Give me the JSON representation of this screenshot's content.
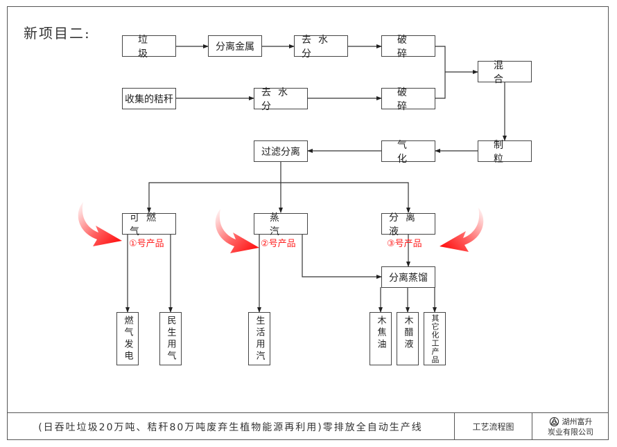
{
  "title": "新项目二:",
  "nodes": {
    "garbage": "垃 圾",
    "separate_metal": "分离金属",
    "dewater_1": "去 水 分",
    "crush_1": "破 碎",
    "straw": "收集的秸秆",
    "dewater_2": "去 水 分",
    "crush_2": "破 碎",
    "mix": "混 合",
    "pelletize": "制 粒",
    "gasify": "气 化",
    "filter_separate": "过滤分离",
    "combustible_gas": "可 燃 气",
    "steam": "蒸 汽",
    "separated_liquid": "分 离 液",
    "fractional_distill": "分离蒸馏",
    "gas_power": "燃气发电",
    "civil_gas": "民生用气",
    "domestic_steam": "生活用汽",
    "wood_tar": "木焦油",
    "wood_vinegar": "木醋液",
    "other_chem": "其它化工产品"
  },
  "products": {
    "p1": "①号产品",
    "p2": "②号产品",
    "p3": "③号产品"
  },
  "colors": {
    "product_label": "#ff2020",
    "line": "#333333"
  },
  "footer": {
    "description": "(日吞吐垃圾20万吨、秸秆80万吨废弃生植物能源再利用)零排放全自动生产线",
    "drawing_type": "工艺流程图",
    "company_line1": "湖州富升",
    "company_line2": "炭业有限公司"
  }
}
